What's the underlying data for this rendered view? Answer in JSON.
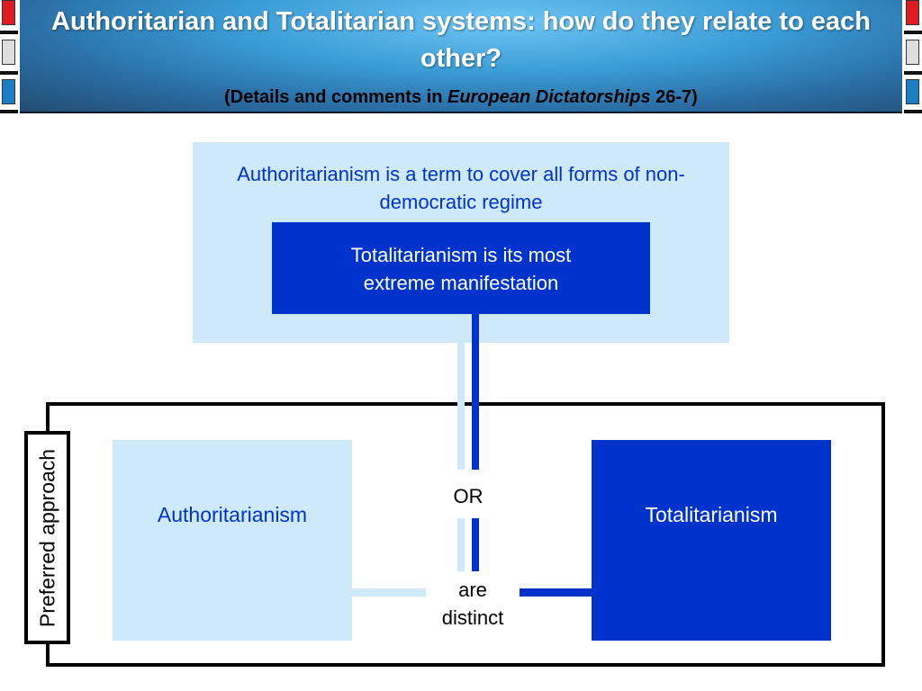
{
  "header": {
    "title": "Authoritarian and Totalitarian systems: how do they relate to each other?",
    "subtitle_prefix": "(Details and comments in ",
    "subtitle_book": "European Dictatorships",
    "subtitle_suffix": " 26-7)"
  },
  "colors": {
    "light_blue": "#cde9fa",
    "dark_blue": "#0033cc",
    "header_blue": "#3a9bd5"
  },
  "diagram": {
    "outer_box_text": "Authoritarianism is a term to cover all forms of non-democratic regime",
    "inner_box_text": "Totalitarianism is its most extreme manifestation",
    "tab_label": "Preferred approach",
    "left_box_label": "Authoritarianism",
    "right_box_label": "Totalitarianism",
    "or_label": "OR",
    "connector_label_line1": "are",
    "connector_label_line2": "distinct"
  }
}
